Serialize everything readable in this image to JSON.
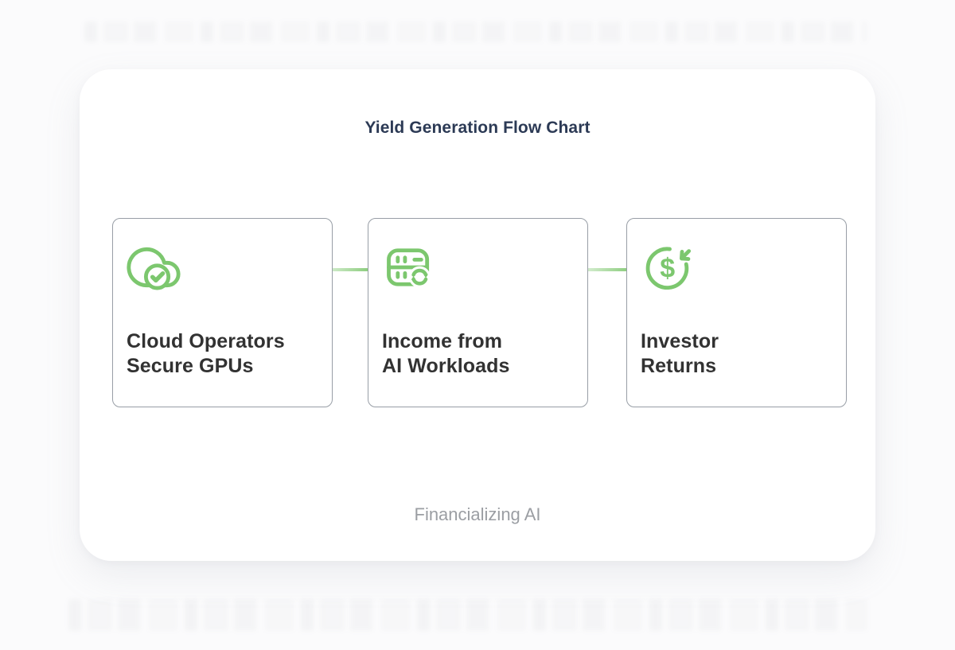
{
  "header": {
    "title": "Yield Generation Flow Chart"
  },
  "footer": {
    "label": "Financializing AI"
  },
  "flow": {
    "nodes": [
      {
        "id": "cloud-operators",
        "icon": "cloud-check-icon",
        "label_line1": "Cloud Operators",
        "label_line2": "Secure GPUs"
      },
      {
        "id": "ai-income",
        "icon": "server-sync-icon",
        "label_line1": "Income from",
        "label_line2": "AI Workloads"
      },
      {
        "id": "investor-returns",
        "icon": "dollar-return-icon",
        "label_line1": "Investor",
        "label_line2": "Returns"
      }
    ],
    "connectors": 2
  },
  "colors": {
    "accent_green": "#7CC76E",
    "connector_green": "#8CCD7E",
    "title_navy": "#2C3A55",
    "node_text": "#323232",
    "footer_gray": "#9B9EA3",
    "node_border": "#989EA6"
  }
}
